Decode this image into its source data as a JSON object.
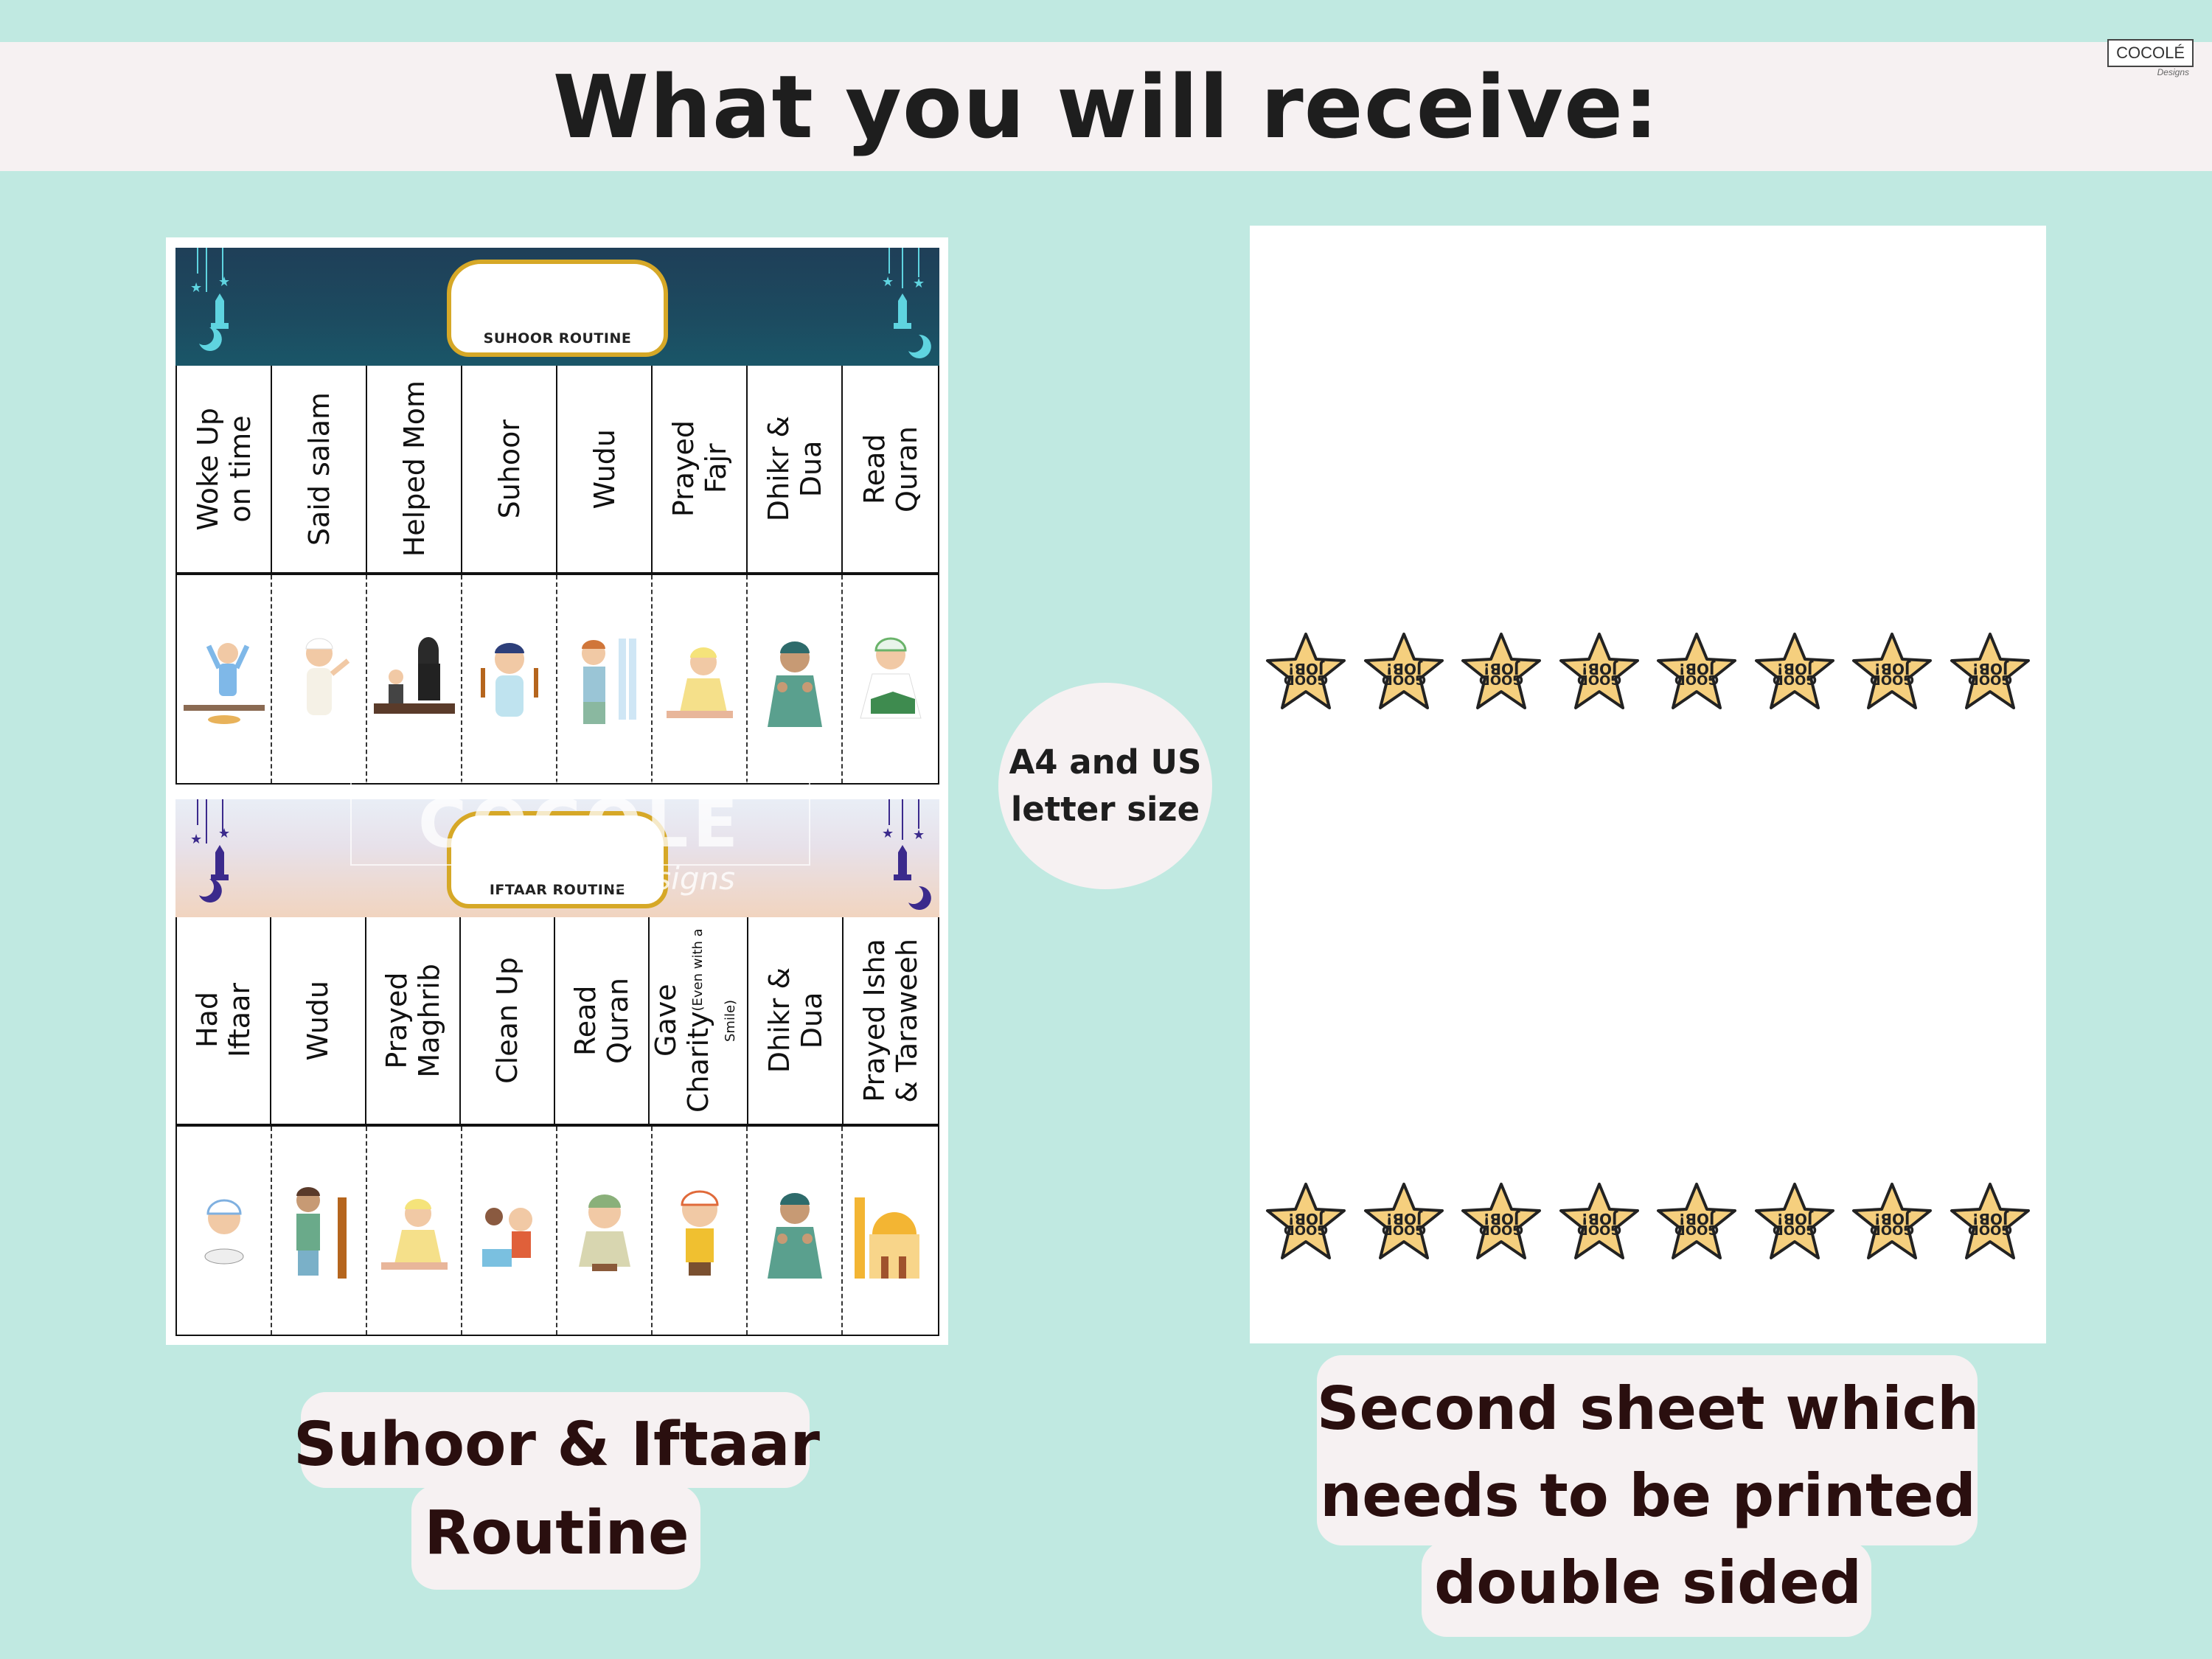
{
  "banner": {
    "title": "What you will receive:"
  },
  "brand": {
    "name": "COCOLÉ",
    "sub": "Designs"
  },
  "sheet1": {
    "suhoor": {
      "title": "SUHOOR ROUTINE",
      "tasks": [
        "Woke Up\non time",
        "Said salam",
        "Helped Mom",
        "Suhoor",
        "Wudu",
        "Prayed\nFajr",
        "Dhikr &\nDua",
        "Read\nQuran"
      ]
    },
    "iftaar": {
      "title": "IFTAAR ROUTINE",
      "tasks": [
        "Had\nIftaar",
        "Wudu",
        "Prayed\nMaghrib",
        "Clean Up",
        "Read\nQuran",
        "Gave Charity",
        "Dhikr &\nDua",
        "Prayed Isha\n& Taraweeh"
      ],
      "charity_note": "(Even with a Smile)"
    },
    "watermark": {
      "text": "COCOLÉ",
      "sub": "Designs"
    }
  },
  "size_badge": "A4 and US\nletter size",
  "sheet2": {
    "star_text_top": "JOB!",
    "star_text_bottom": "GOOD"
  },
  "captions": {
    "left": "Suhoor & Iftaar\nRoutine",
    "right": "Second sheet which\nneeds to be printed\ndouble sided"
  },
  "colors": {
    "background": "#c0e9e1",
    "banner": "#f6f1f2",
    "gold": "#d6a827",
    "star": "#f5cf7e"
  }
}
